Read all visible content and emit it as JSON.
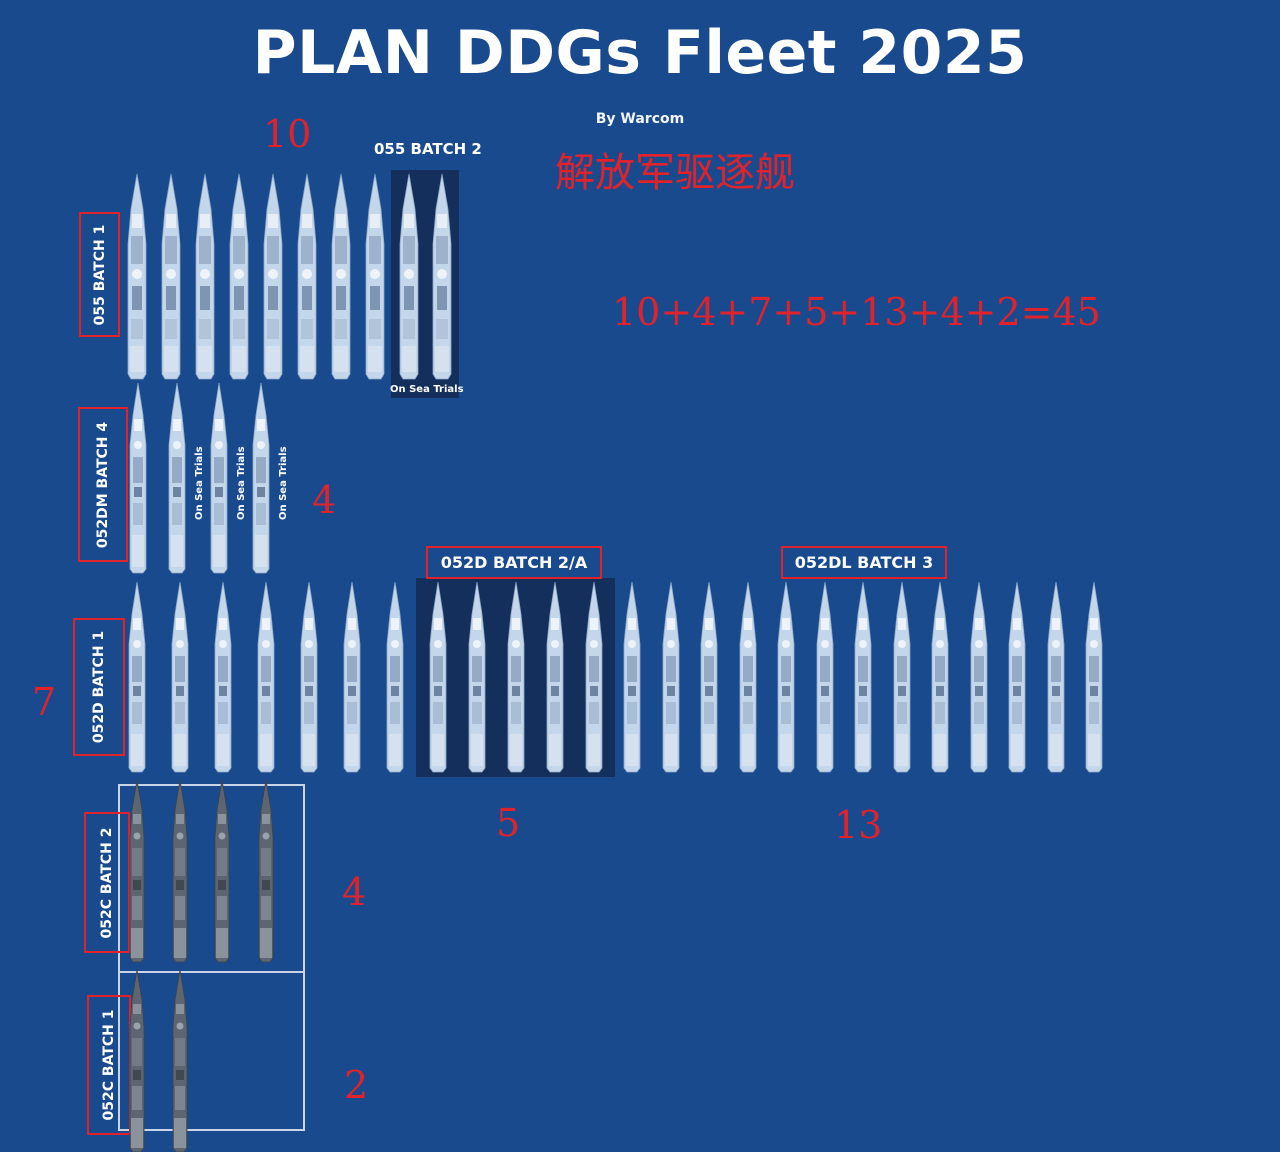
{
  "title": "PLAN DDGs Fleet 2025",
  "byline": "By Warcom",
  "chinese_label": "解放军驱逐舰",
  "equation": "10+4+7+5+13+4+2=45",
  "colors": {
    "background": "#1a4a8e",
    "annotation_red": "#e0232b",
    "ship_light": "#c4d6ea",
    "ship_dark": "#5d6670"
  },
  "groups": {
    "batch055_1": {
      "label": "055 BATCH 1",
      "count_note": "10"
    },
    "batch055_2": {
      "label": "055 BATCH 2",
      "trials": "On Sea Trials"
    },
    "batch052dm_4": {
      "label": "052DM BATCH 4",
      "count_note": "4",
      "trials": "On Sea Trials"
    },
    "batch052d_1": {
      "label": "052D BATCH 1",
      "count_note": "7"
    },
    "batch052d_2a": {
      "label": "052D BATCH 2/A",
      "count_note": "5"
    },
    "batch052dl_3": {
      "label": "052DL BATCH 3",
      "count_note": "13"
    },
    "batch052c_2": {
      "label": "052C BATCH 2",
      "count_note": "4"
    },
    "batch052c_1": {
      "label": "052C BATCH 1",
      "count_note": "2"
    }
  }
}
